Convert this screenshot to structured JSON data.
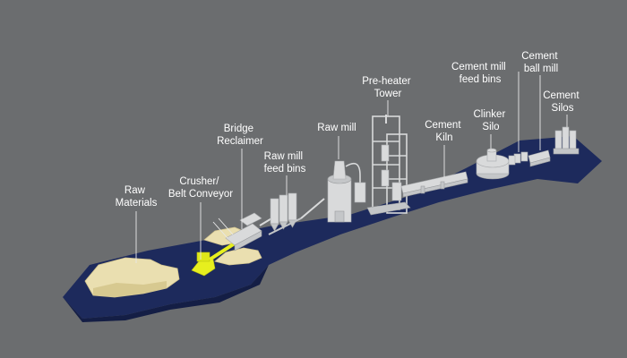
{
  "colors": {
    "background": "#6b6d6f",
    "ground": "#1d2a5c",
    "raw_material": "#eadfb0",
    "crusher_highlight": "#e7ef1e",
    "equipment": "#d9dadb",
    "label_text": "#ffffff"
  },
  "labels": {
    "raw_materials": [
      "Raw",
      "Materials"
    ],
    "crusher_belt_conveyor": [
      "Crusher/",
      "Belt Conveyor"
    ],
    "bridge_reclaimer": [
      "Bridge",
      "Reclaimer"
    ],
    "raw_mill_feed_bins": [
      "Raw mill",
      "feed bins"
    ],
    "raw_mill": [
      "Raw mill"
    ],
    "pre_heater_tower": [
      "Pre-heater",
      "Tower"
    ],
    "cement_kiln": [
      "Cement",
      "Kiln"
    ],
    "clinker_silo": [
      "Clinker",
      "Silo"
    ],
    "cement_mill_feed_bins": [
      "Cement mill",
      "feed bins"
    ],
    "cement_ball_mill": [
      "Cement",
      "ball mill"
    ],
    "cement_silos": [
      "Cement",
      "Silos"
    ]
  }
}
